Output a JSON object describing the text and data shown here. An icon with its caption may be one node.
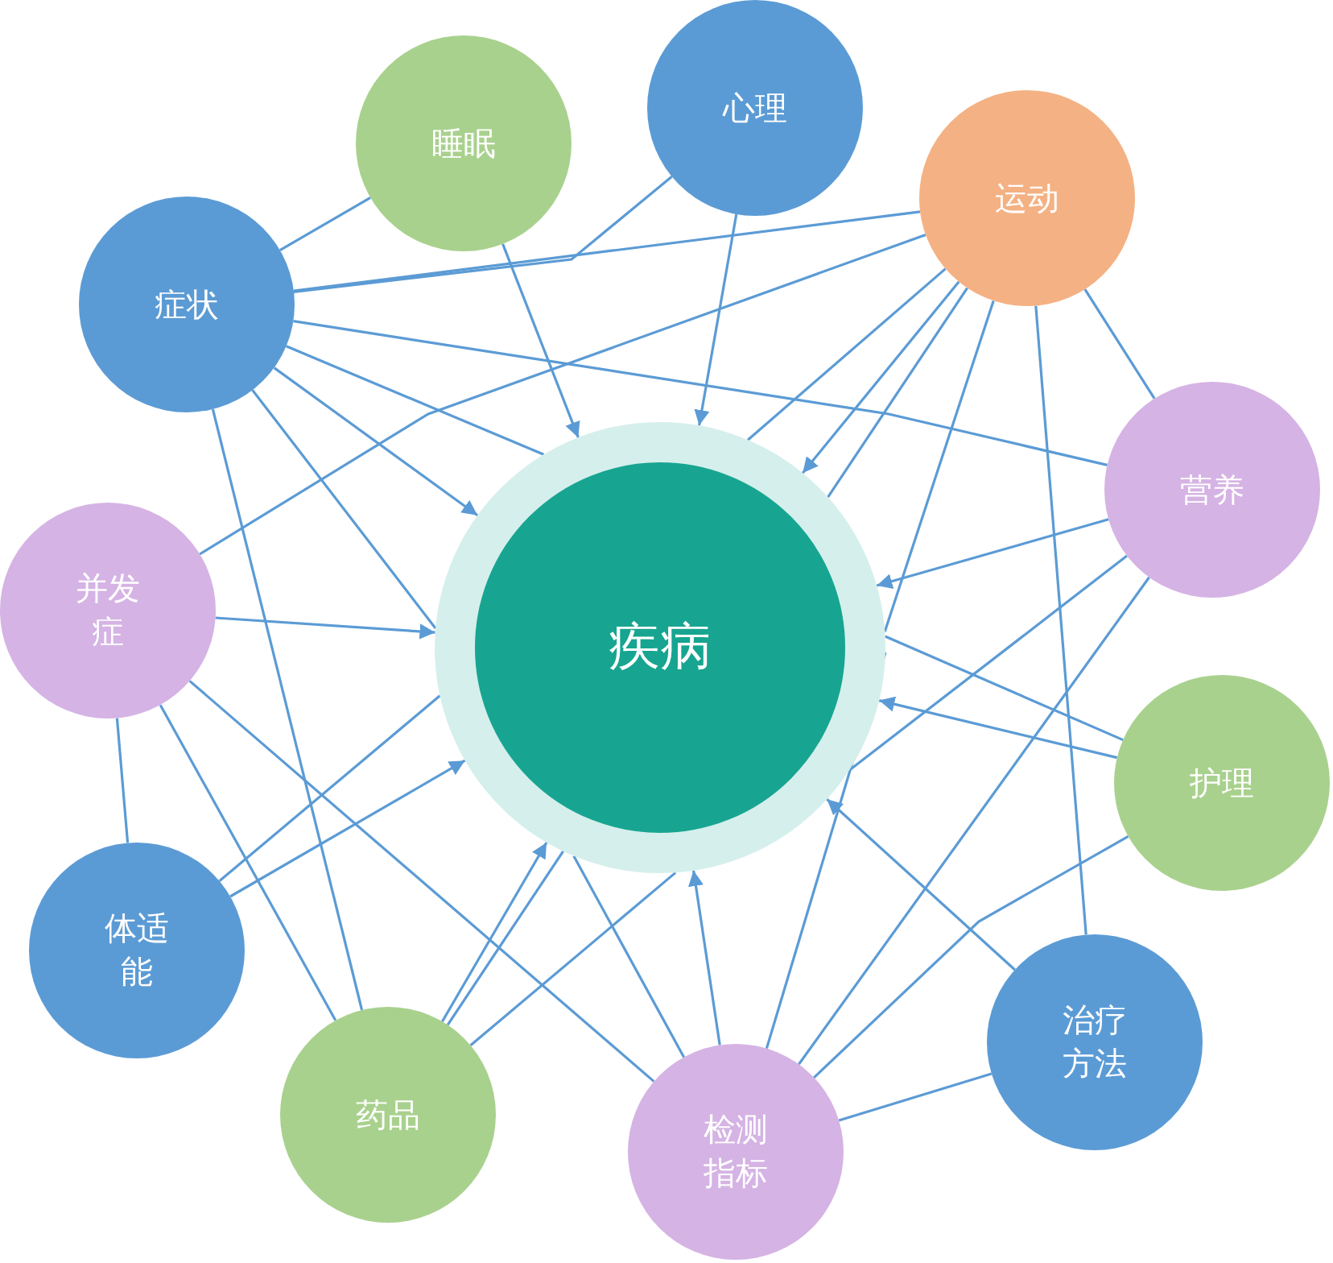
{
  "diagram": {
    "nodes": [
      {
        "text": [
          "疾病"
        ]
      },
      {
        "text": [
          "睡眠"
        ]
      },
      {
        "text": [
          "心理"
        ]
      },
      {
        "text": [
          "运动"
        ]
      },
      {
        "text": [
          "症状"
        ]
      },
      {
        "text": [
          "营养"
        ]
      },
      {
        "text": [
          "并发症"
        ]
      },
      {
        "text": [
          "护理"
        ]
      },
      {
        "text": [
          "体适能"
        ]
      },
      {
        "text": [
          "治疗方法"
        ]
      },
      {
        "text": [
          "药品"
        ]
      },
      {
        "text": [
          "检测指标"
        ]
      }
    ],
    "edges": [
      {
        "from": 1,
        "to": 0,
        "arrow": "to"
      },
      {
        "from": 2,
        "to": 0,
        "arrow": "to"
      },
      {
        "from": 3,
        "to": 0,
        "arrow": "to"
      },
      {
        "from": 4,
        "to": 0,
        "arrow": "to"
      },
      {
        "from": 5,
        "to": 0,
        "arrow": "to"
      },
      {
        "from": 6,
        "to": 0,
        "arrow": "to"
      },
      {
        "from": 7,
        "to": 0,
        "arrow": "to"
      },
      {
        "from": 8,
        "to": 0,
        "arrow": "to"
      },
      {
        "from": 9,
        "to": 0,
        "arrow": "to"
      },
      {
        "from": 10,
        "to": 0,
        "arrow": "to"
      },
      {
        "from": 11,
        "to": 0,
        "arrow": "to"
      },
      {
        "from": 4,
        "to": 1,
        "arrow": "none"
      },
      {
        "from": 4,
        "to": 2,
        "arrow": "none"
      },
      {
        "from": 4,
        "to": 3,
        "arrow": "none"
      },
      {
        "from": 4,
        "to": 5,
        "arrow": "none"
      },
      {
        "from": 4,
        "to": 0,
        "arrow": "none"
      },
      {
        "from": 7,
        "to": 0,
        "arrow": "none"
      },
      {
        "from": 4,
        "to": 10,
        "arrow": "none"
      },
      {
        "from": 4,
        "to": 0,
        "arrow": "none"
      },
      {
        "from": 11,
        "to": 0,
        "arrow": "none"
      },
      {
        "from": 3,
        "to": 6,
        "arrow": "none"
      },
      {
        "from": 3,
        "to": 0,
        "arrow": "none"
      },
      {
        "from": 8,
        "to": 0,
        "arrow": "none"
      },
      {
        "from": 3,
        "to": 0,
        "arrow": "none"
      },
      {
        "from": 10,
        "to": 0,
        "arrow": "none"
      },
      {
        "from": 3,
        "to": 0,
        "arrow": "none"
      },
      {
        "from": 11,
        "to": 0,
        "arrow": "none"
      },
      {
        "from": 3,
        "to": 9,
        "arrow": "none"
      },
      {
        "from": 3,
        "to": 5,
        "arrow": "none"
      },
      {
        "from": 5,
        "to": 11,
        "arrow": "none"
      },
      {
        "from": 5,
        "to": 0,
        "arrow": "none"
      },
      {
        "from": 10,
        "to": 0,
        "arrow": "none"
      },
      {
        "from": 7,
        "to": 11,
        "arrow": "none"
      },
      {
        "from": 9,
        "to": 11,
        "arrow": "none"
      },
      {
        "from": 6,
        "to": 8,
        "arrow": "none"
      },
      {
        "from": 6,
        "to": 10,
        "arrow": "none"
      },
      {
        "from": 6,
        "to": 11,
        "arrow": "none"
      }
    ]
  }
}
